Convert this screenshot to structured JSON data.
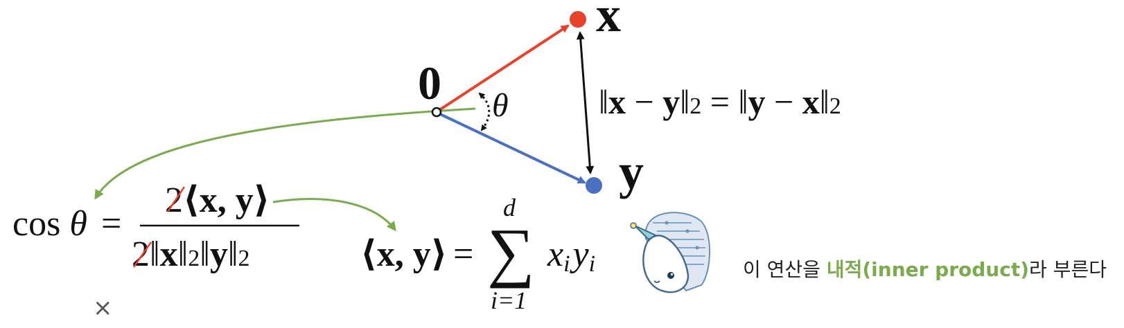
{
  "colors": {
    "vector_x": "#e8412c",
    "vector_y": "#4a70c2",
    "curve": "#7cab4e",
    "strike": "#e8412c",
    "highlight": "#7cab4e",
    "text": "#111111"
  },
  "labels": {
    "origin": "0",
    "point_x": "x",
    "point_y": "y",
    "angle": "θ"
  },
  "distance_eq": {
    "norm_open": "‖",
    "x": "x",
    "minus": " − ",
    "y": "y",
    "norm_close": "‖",
    "sub": "2",
    "equals": " = "
  },
  "cosine_eq": {
    "lhs_cos": "cos",
    "lhs_theta": "θ",
    "equals": "=",
    "num_two": "2",
    "num_inner": "⟨x, y⟩",
    "den_two": "2",
    "den_norm_open": "‖",
    "den_x": "x",
    "den_y": "y",
    "den_norm_close": "‖",
    "den_sub": "2"
  },
  "inner_eq": {
    "lhs": "⟨x, y⟩",
    "equals": "=",
    "sigma": "∑",
    "upper": "d",
    "lower": "i=1",
    "term_x": "x",
    "term_y": "y",
    "term_sub": "i"
  },
  "caption": {
    "prefix": "이 연산을 ",
    "highlight": "내적(inner product)",
    "suffix": "라 부른다"
  },
  "close_symbol": "×"
}
